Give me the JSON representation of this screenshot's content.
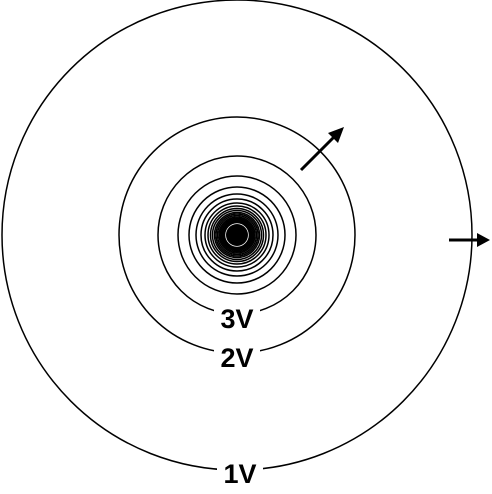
{
  "diagram": {
    "labels": {
      "v1": "1V",
      "v2": "2V",
      "v3": "3V"
    },
    "colors": {
      "stroke": "#000000",
      "background": "#ffffff"
    }
  }
}
